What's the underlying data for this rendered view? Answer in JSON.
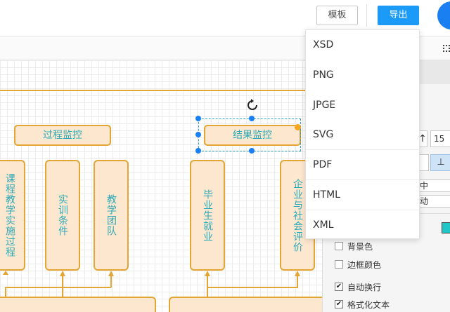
{
  "toolbar": {
    "template_label": "模板",
    "export_label": "导出"
  },
  "export_menu": {
    "items": [
      "XSD",
      "PNG",
      "JPGE",
      "SVG",
      "PDF",
      "HTML",
      "XML"
    ]
  },
  "diagram": {
    "process_monitor": "过程监控",
    "result_monitor": "结果监控",
    "boxes": [
      "课程教学实施过程",
      "实训条件",
      "教学团队",
      "毕业生就业",
      "企业与社会评价"
    ]
  },
  "right_panel": {
    "value_field": "15",
    "align_text": "中",
    "motion_text": "动",
    "checkboxes": [
      {
        "label": "背景色",
        "checked": false
      },
      {
        "label": "边框颜色",
        "checked": false
      },
      {
        "label": "自动换行",
        "checked": true
      },
      {
        "label": "格式化文本",
        "checked": true
      }
    ]
  },
  "colors": {
    "accent": "#1b9af7",
    "box_border": "#e3a634",
    "box_fill": "#fde7cf",
    "box_text": "#2aa9b8",
    "fill_swatch": "#21c7c7"
  }
}
